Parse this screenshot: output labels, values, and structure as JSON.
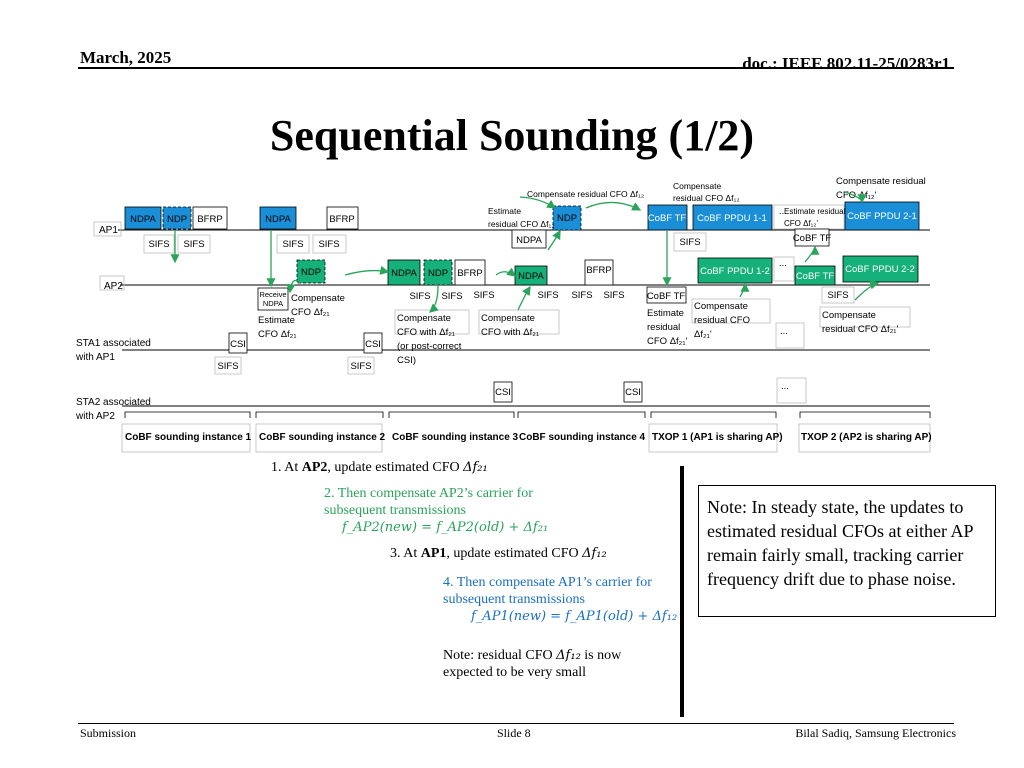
{
  "header": {
    "date": "March, 2025",
    "doc": "doc.: IEEE 802.11-25/0283r1"
  },
  "title": "Sequential Sounding (1/2)",
  "rows": {
    "ap1": "AP1",
    "ap2": "AP2",
    "sta1": [
      "STA1 associated",
      "with AP1"
    ],
    "sta2": [
      "STA2 associated",
      "with AP2"
    ]
  },
  "frames": {
    "ndpa": "NDPA",
    "ndp": "NDP",
    "bfrp": "BFRP",
    "sifs": "SIFS",
    "csi": "CSI",
    "receive_ndpa": [
      "Receive",
      "NDPA"
    ],
    "cobf_tf": "CoBF TF",
    "ppdu_1_1": "CoBF PPDU 1-1",
    "ppdu_1_2": "CoBF PPDU 1-2",
    "ppdu_2_1": "CoBF PPDU 2-1",
    "ppdu_2_2": "CoBF PPDU 2-2",
    "ellipsis": "..."
  },
  "annotations": {
    "compensate_cfo_21": [
      "Compensate",
      "CFO Δf₂₁"
    ],
    "estimate_cfo_21": [
      "Estimate",
      "CFO Δf₂₁"
    ],
    "compensate_with_21": [
      "Compensate",
      "CFO with Δf₂₁",
      "(or post-correct",
      "CSI)"
    ],
    "compensate_with_21_b": [
      "Compensate",
      "CFO with Δf₂₁"
    ],
    "compensate_residual_12_top": "Compensate  residual CFO Δf₁₂",
    "estimate_residual_12": [
      "Estimate",
      "residual CFO Δf₁₂"
    ],
    "compensate_residual_12_b": [
      "Compensate",
      "residual CFO Δf₁₂"
    ],
    "compensate_residual_12_c": [
      "Compensate  residual",
      "CFO Δf₁₂'"
    ],
    "estimate_residual_12_small": [
      "Estimate  residual",
      "CFO Δf₁₂'"
    ],
    "estimate_residual_21": [
      "Estimate",
      "residual",
      "CFO Δf₂₁'"
    ],
    "compensate_residual_21": [
      "Compensate",
      "residual  CFO",
      "Δf₂₁'"
    ],
    "compensate_residual_21_b": [
      "Compensate",
      "residual CFO Δf₂₁'"
    ]
  },
  "phases": [
    "CoBF sounding instance 1",
    "CoBF sounding instance 2",
    "CoBF sounding instance 3",
    "CoBF sounding instance 4",
    "TXOP 1  (AP1 is sharing AP)",
    "TXOP 2 (AP2 is sharing AP)"
  ],
  "steps": {
    "s1": {
      "prefix": "1. At ",
      "bold": "AP2",
      "rest": ", update estimated CFO ",
      "math": "Δf₂₁"
    },
    "s2": {
      "line1": "2. Then compensate AP2’s carrier for",
      "line2": "subsequent transmissions",
      "eq": "f_AP2(new) = f_AP2(old) + Δf₂₁"
    },
    "s3": {
      "prefix": "3. At ",
      "bold": "AP1",
      "rest": ", update estimated CFO ",
      "math": "Δf₁₂"
    },
    "s4": {
      "line1": "4. Then compensate AP1’s carrier for",
      "line2": "subsequent transmissions",
      "eq": "f_AP1(new) = f_AP1(old) + Δf₁₂"
    },
    "note_small": {
      "line1a": "Note: residual CFO ",
      "math": "Δf₁₂",
      "line1b": " is now",
      "line2": "expected to be very small"
    }
  },
  "note_box": "Note: In steady state, the updates to estimated residual CFOs at either AP remain fairly small, tracking carrier frequency drift due to phase noise.",
  "footer": {
    "left": "Submission",
    "center": "Slide 8",
    "right": "Bilal Sadiq, Samsung Electronics"
  },
  "colors": {
    "blue": "#1a8fd8",
    "green": "#16b07a",
    "arrow": "#2aa35b",
    "text_green": "#2aa35b",
    "text_blue": "#1a6fc4"
  }
}
